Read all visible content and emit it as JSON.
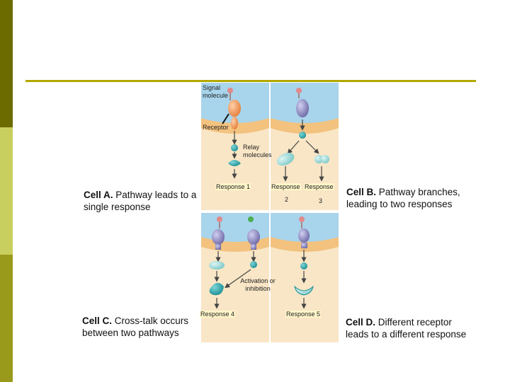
{
  "captions": {
    "a": {
      "bold": "Cell A.",
      "text": " Pathway leads to a single response"
    },
    "b": {
      "bold": "Cell B.",
      "text": " Pathway branches, leading to two responses"
    },
    "c": {
      "bold": "Cell C.",
      "text": " Cross-talk occurs between two pathways"
    },
    "d": {
      "bold": "Cell D.",
      "text": " Different receptor leads to a different response"
    }
  },
  "labels": {
    "signal": "Signal molecule",
    "receptor": "Receptor",
    "relay": "Relay molecules",
    "response1": "Response 1",
    "response": "Response",
    "response_2_num": "2",
    "response_3_num": "3",
    "activation": "Activation or inhibition",
    "response4": "Response 4",
    "response5": "Response 5"
  },
  "colors": {
    "bars": [
      "#6b6b00",
      "#c9cf5f",
      "#999a1c"
    ],
    "rule": "#b3a800",
    "extracellular": "#a8d4ec",
    "cytoplasm": "#f9e6c6",
    "membrane": "#f2c27e",
    "receptor_orange": "#f39a56",
    "receptor_purple": "#9b98c8",
    "relay_teal": "#2aa3a8",
    "response_highlight": "#fff6c9"
  }
}
